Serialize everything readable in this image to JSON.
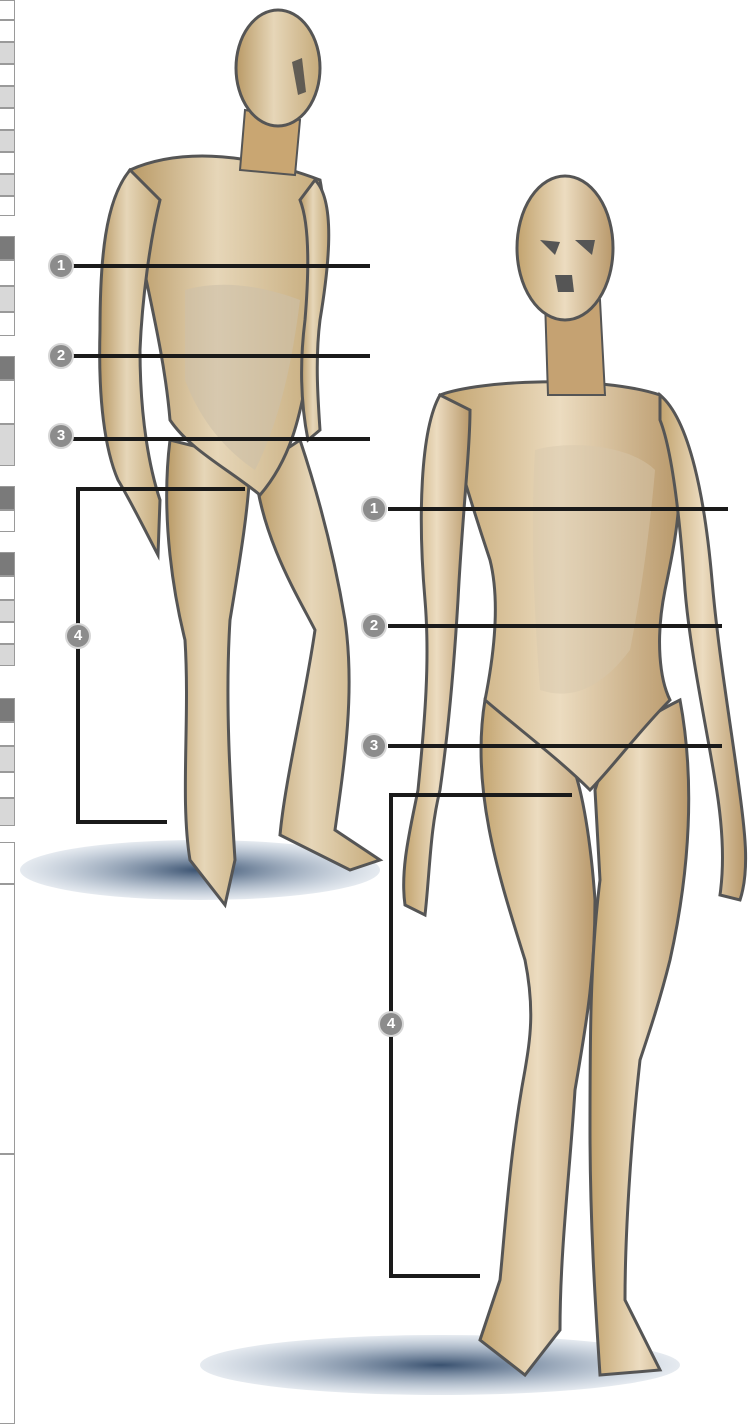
{
  "figure": {
    "male": {
      "markers": [
        {
          "label": "1"
        },
        {
          "label": "2"
        },
        {
          "label": "3"
        },
        {
          "label": "4"
        }
      ]
    },
    "female": {
      "markers": [
        {
          "label": "1"
        },
        {
          "label": "2"
        },
        {
          "label": "3"
        },
        {
          "label": "4"
        }
      ]
    }
  },
  "colors": {
    "skin": "#d9c29a",
    "skin_shadow": "#b89a68",
    "outline": "#4a4a4a",
    "shadow_blue": "#3f5876",
    "leader_line": "#1a1a1a",
    "badge": "#8c8c8c"
  }
}
